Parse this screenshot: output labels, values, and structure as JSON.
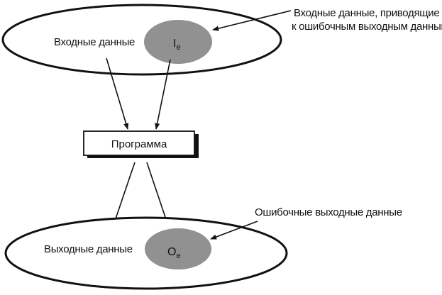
{
  "input_set": {
    "label": "Входные данные",
    "error_subset": {
      "symbol": "I",
      "subscript": "e"
    },
    "annotation_lines": [
      "Входные данные, приводящие",
      "к ошибочным выходным данным"
    ]
  },
  "program": {
    "label": "Программа"
  },
  "output_set": {
    "label": "Выходные данные",
    "error_subset": {
      "symbol": "O",
      "subscript": "e"
    },
    "annotation": "Ошибочные выходные данные"
  }
}
